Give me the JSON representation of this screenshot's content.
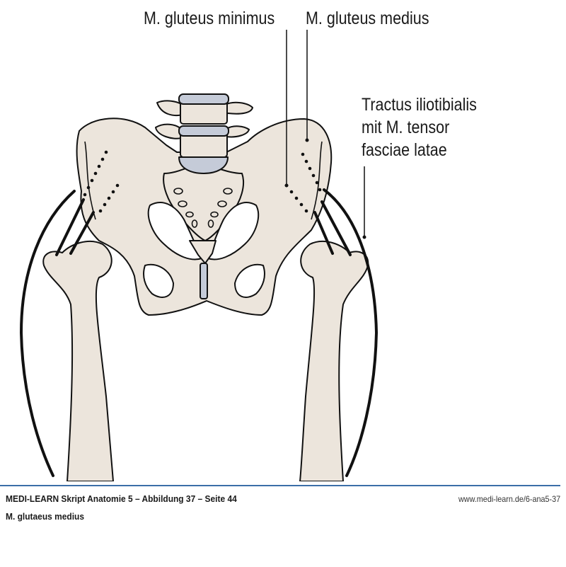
{
  "labels": {
    "gluteus_minimus": "M. gluteus minimus",
    "gluteus_medius": "M. gluteus medius",
    "tractus_line1": "Tractus iliotibialis",
    "tractus_line2": "mit M. tensor",
    "tractus_line3": "fasciae latae"
  },
  "footer": {
    "source": "MEDI-LEARN Skript Anatomie 5 – Abbildung 37 – Seite 44",
    "caption": "M. glutaeus medius",
    "url": "www.medi-learn.de/6-ana5-37"
  },
  "colors": {
    "bone": "#ece5dc",
    "disc": "#c5cbd8",
    "rule": "#3b6ea8"
  }
}
